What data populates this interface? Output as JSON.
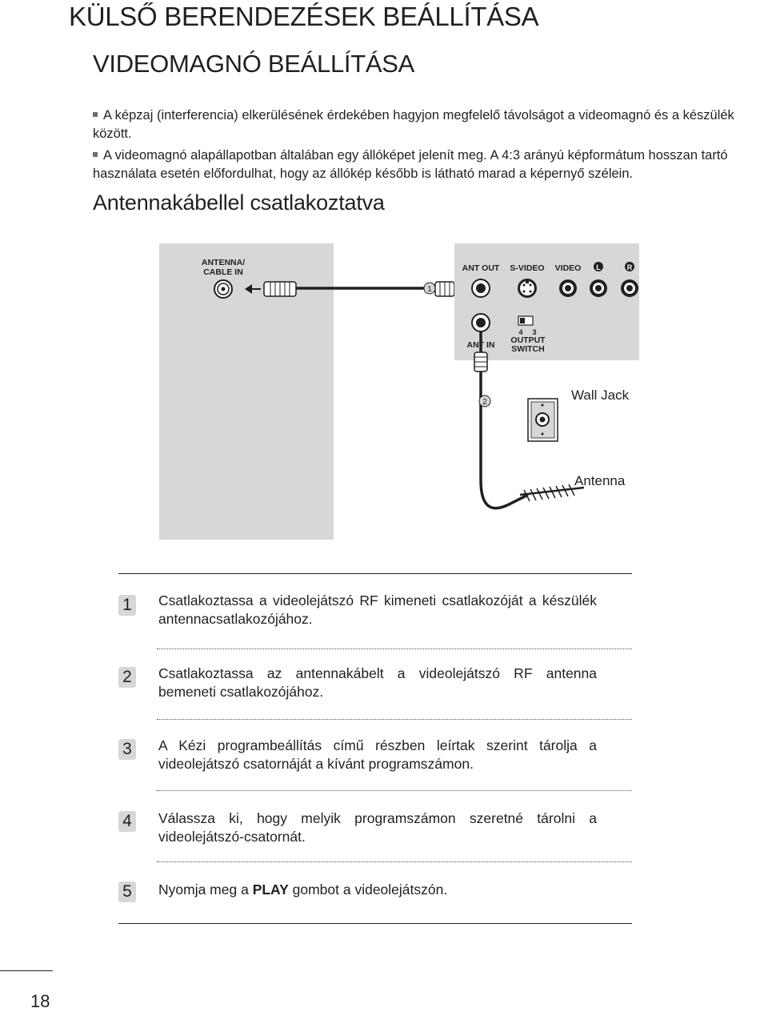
{
  "header": {
    "title": "KÜLSŐ BERENDEZÉSEK BEÁLLÍTÁSA",
    "subtitle": "VIDEOMAGNÓ BEÁLLÍTÁSA"
  },
  "notes": [
    "A képzaj (interferencia) elkerülésének érdekében hagyjon megfelelő távolságot a videomagnó és a készülék között.",
    "A videomagnó alapállapotban általában egy állóképet jelenít meg. A 4:3 arányú képformátum hosszan tartó használata esetén előfordulhat, hogy az állókép később is látható marad a képernyő szélein."
  ],
  "section_title": "Antennakábellel csatlakoztatva",
  "diagram": {
    "tv_label_1": "ANTENNA/",
    "tv_label_2": "CABLE IN",
    "vcr_ant_out": "ANT OUT",
    "vcr_svideo": "S-VIDEO",
    "vcr_video": "VIDEO",
    "vcr_l": "L",
    "vcr_r": "R",
    "vcr_ant_in": "ANT IN",
    "switch_4": "4",
    "switch_3": "3",
    "switch_label_1": "OUTPUT",
    "switch_label_2": "SWITCH",
    "marker_1": "1",
    "marker_2": "2",
    "wall_jack": "Wall Jack",
    "antenna": "Antenna"
  },
  "steps": [
    {
      "num": "1",
      "text": "Csatlakoztassa a videolejátszó RF kimeneti csatlakozóját a készülék antennacsatlakozójához."
    },
    {
      "num": "2",
      "text": "Csatlakoztassa az antennakábelt a videolejátszó RF antenna bemeneti csatlakozójához."
    },
    {
      "num": "3",
      "text": "A Kézi programbeállítás című részben leírtak szerint tárolja a videolejátszó csatornáját a kívánt programszámon."
    },
    {
      "num": "4",
      "text": "Válassza ki, hogy melyik programszámon szeretné tárolni a videolejátszó-csatornát."
    },
    {
      "num": "5",
      "text_before": "Nyomja meg a ",
      "text_bold": "PLAY",
      "text_after": " gombot a videolejátszón."
    }
  ],
  "page_number": "18"
}
